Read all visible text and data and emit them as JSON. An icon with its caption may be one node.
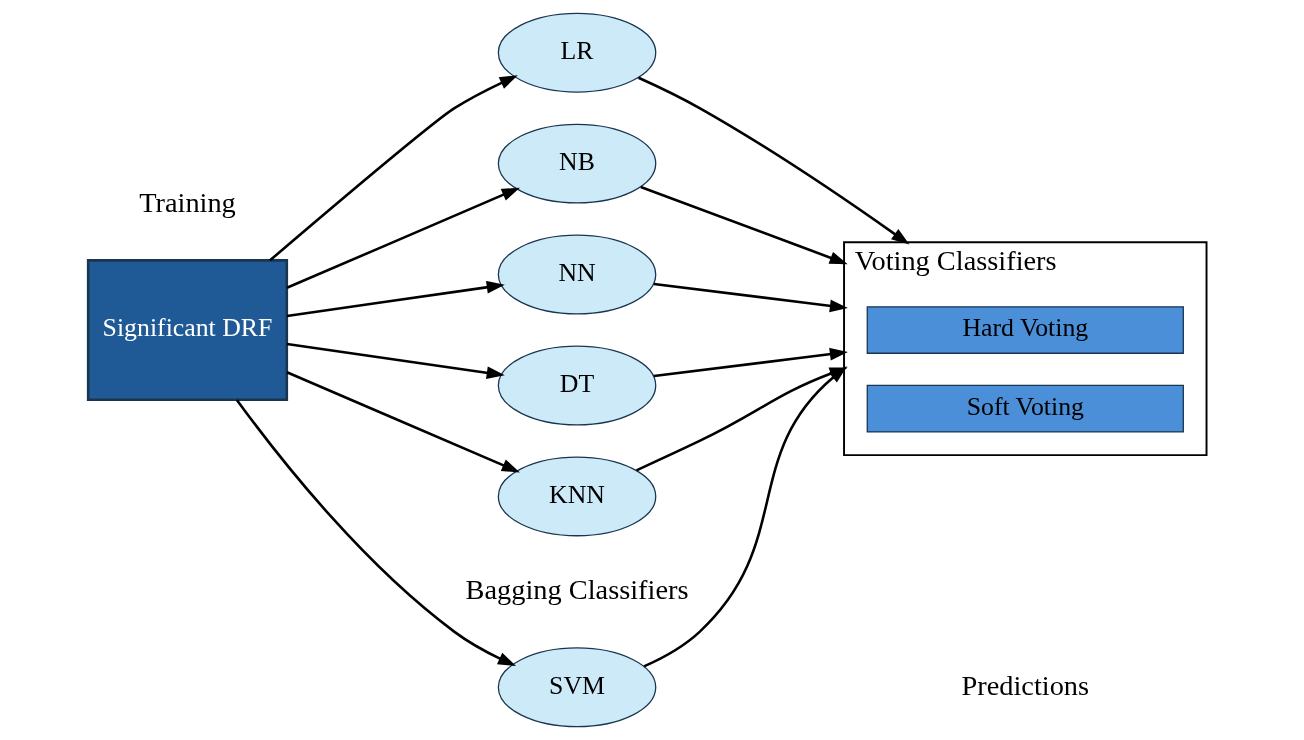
{
  "diagram": {
    "nodes": [
      {
        "text": [
          "Significant DRF"
        ]
      },
      {
        "text": [
          "SVM"
        ]
      },
      {
        "text": [
          "NN"
        ]
      },
      {
        "text": [
          "DT"
        ]
      },
      {
        "text": [
          "KNN"
        ]
      },
      {
        "text": [
          "LR"
        ]
      },
      {
        "text": [
          "NB"
        ]
      },
      {
        "text": [
          "Voting Classifiers"
        ]
      },
      {
        "text": [
          "Hard Voting"
        ],
        "in": 7
      },
      {
        "text": [
          "Soft Voting"
        ],
        "in": 7
      }
    ],
    "edges": [
      {
        "from": 0,
        "to": 1,
        "arrow": "to"
      },
      {
        "from": 0,
        "to": 2,
        "arrow": "to"
      },
      {
        "from": 0,
        "to": 3,
        "arrow": "to"
      },
      {
        "from": 0,
        "to": 4,
        "arrow": "to"
      },
      {
        "from": 0,
        "to": 5,
        "arrow": "to"
      },
      {
        "from": 0,
        "to": 6,
        "arrow": "to"
      },
      {
        "from": 1,
        "to": 7,
        "arrow": "to"
      },
      {
        "from": 2,
        "to": 7,
        "arrow": "to"
      },
      {
        "from": 3,
        "to": 7,
        "arrow": "to"
      },
      {
        "from": 4,
        "to": 7,
        "arrow": "to"
      },
      {
        "from": 5,
        "to": 7,
        "arrow": "to"
      },
      {
        "from": 6,
        "to": 7,
        "arrow": "to"
      }
    ],
    "labels": [
      "Bagging Classifiers",
      "Training",
      "Predictions"
    ]
  }
}
